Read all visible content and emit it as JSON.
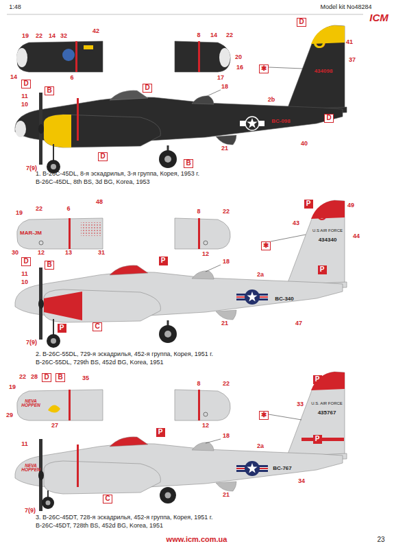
{
  "diagram": {
    "nodes": [
      {
        "text": [
          "D"
        ]
      },
      {
        "text": [
          "B"
        ]
      },
      {
        "text": [
          "D"
        ]
      },
      {
        "text": [
          "D"
        ]
      },
      {
        "text": [
          "B"
        ]
      },
      {
        "text": [
          "D"
        ]
      },
      {
        "text": [
          "✱"
        ]
      },
      {
        "text": [
          "D"
        ]
      },
      {
        "text": [
          "D"
        ]
      },
      {
        "text": [
          "B"
        ]
      },
      {
        "text": [
          "P"
        ]
      },
      {
        "text": [
          "P"
        ]
      },
      {
        "text": [
          "C"
        ]
      },
      {
        "text": [
          "P"
        ]
      },
      {
        "text": [
          "✱"
        ]
      },
      {
        "text": [
          "P"
        ]
      },
      {
        "text": [
          "D"
        ]
      },
      {
        "text": [
          "B"
        ]
      },
      {
        "text": [
          "P"
        ]
      },
      {
        "text": [
          "P"
        ]
      },
      {
        "text": [
          "✱"
        ]
      },
      {
        "text": [
          "C"
        ]
      },
      {
        "text": [
          "P"
        ]
      }
    ],
    "labels": [
      "1:48",
      "Model kit No48284",
      "ICM",
      "19",
      "22",
      "14",
      "32",
      "42",
      "14",
      "6",
      "8",
      "14",
      "22",
      "20",
      "16",
      "17",
      "11",
      "10",
      "7(9)",
      "18",
      "2b",
      "21",
      "40",
      "41",
      "37",
      "O",
      "434098",
      "BC-098",
      "1. B-26C-45DL, 8-я эскадрилья, 3-я группа, Корея, 1953 г.",
      "B-26C-45DL, 8th BS, 3d BG, Korea, 1953",
      "19",
      "22",
      "6",
      "48",
      "MAR-JM",
      "30",
      "12",
      "13",
      "31",
      "8",
      "22",
      "12",
      "11",
      "10",
      "MAR-JM",
      "7(9)",
      "18",
      "2a",
      "21",
      "47",
      "49",
      "43",
      "44",
      "O",
      "U.S AIR FORCE",
      "434340",
      "BC-340",
      "2. B-26C-55DL, 729-я эскадрилья, 452-я группа, Корея, 1951 г.",
      "B-26C-55DL, 729th BS, 452d BG, Korea, 1951",
      "22",
      "28",
      "35",
      "19",
      "NEVA HOPPEN",
      "29",
      "27",
      "8",
      "22",
      "12",
      "11",
      "NEVA HOPPEN",
      "7(9)",
      "18",
      "2a",
      "21",
      "33",
      "U.S. AIR FORCE",
      "435767",
      "BC-767",
      "34",
      "3. B-26C-45DT, 728-я эскадрилья, 452-я группа, Корея, 1951 г.",
      "B-26C-45DT, 728th BS, 452d BG, Korea, 1951",
      "www.icm.com.ua",
      "23"
    ]
  }
}
